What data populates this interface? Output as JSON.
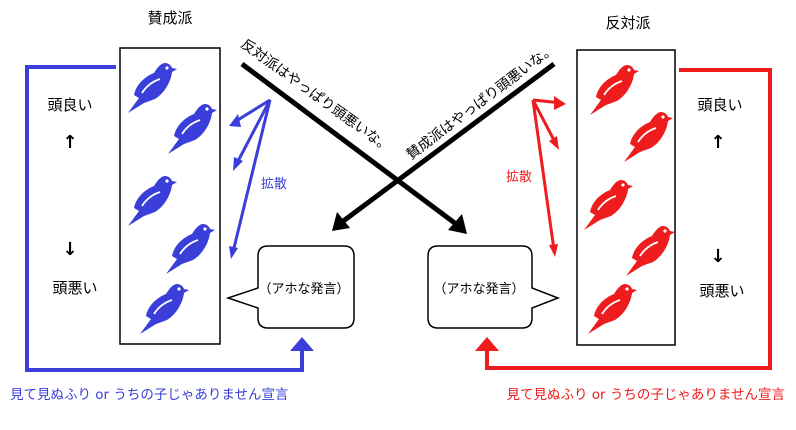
{
  "left_group": {
    "title": "賛成派",
    "label_top": "頭良い",
    "label_bottom": "頭悪い",
    "arrow_up": "↑",
    "arrow_down": "↓",
    "spread_label": "拡散",
    "color": "#3a3fd9",
    "speech": "（アホな発言）",
    "footer": "見て見ぬふり or うちの子じゃありません宣言"
  },
  "right_group": {
    "title": "反対派",
    "label_top": "頭良い",
    "label_bottom": "頭悪い",
    "arrow_up": "↑",
    "arrow_down": "↓",
    "spread_label": "拡散",
    "color": "#ee1c1c",
    "speech": "（アホな発言）",
    "footer": "見て見ぬふり or うちの子じゃありません宣言"
  },
  "cross": {
    "left_text": "反対派はやっぱり頭悪いな。",
    "right_text": "賛成派はやっぱり頭悪いな。"
  },
  "icons": {
    "bird": "bird-icon"
  }
}
